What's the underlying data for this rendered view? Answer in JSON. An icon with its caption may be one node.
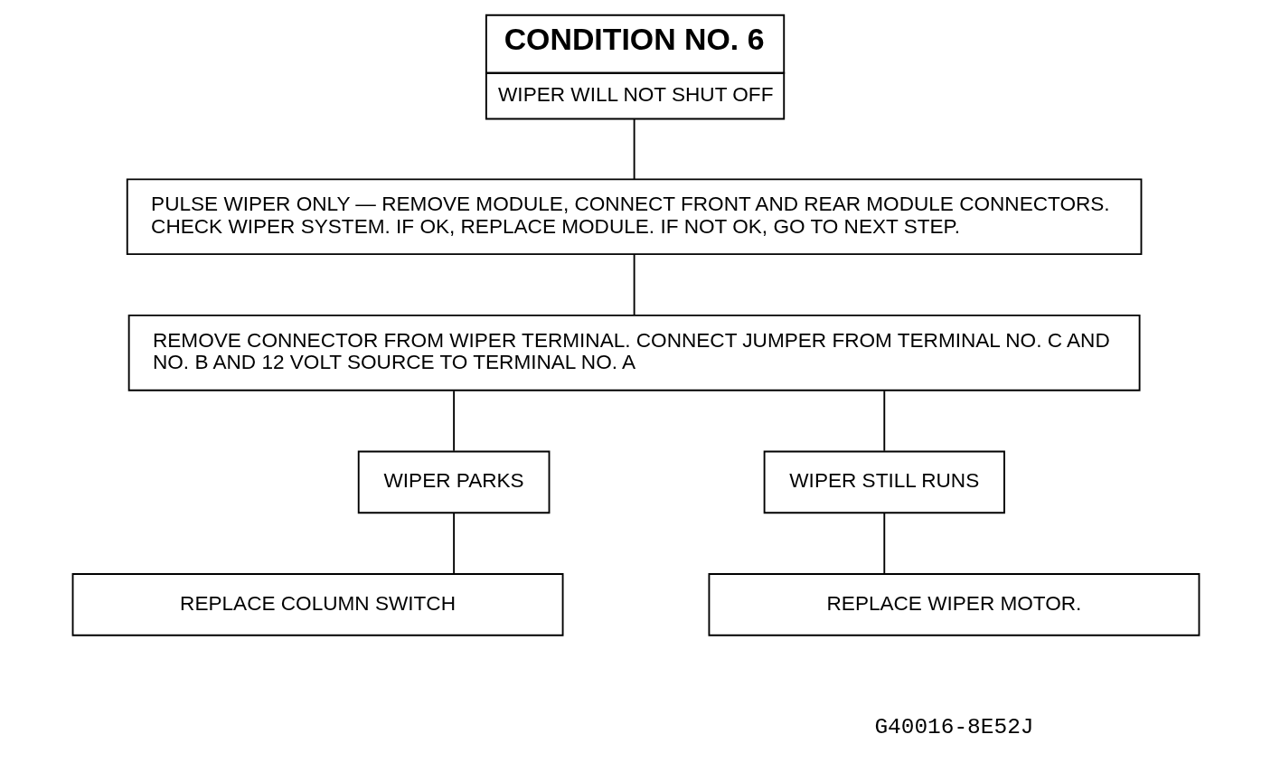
{
  "diagram": {
    "nodes": [
      {
        "text": [
          "CONDITION NO. 6",
          "WIPER WILL NOT SHUT OFF"
        ]
      },
      {
        "text": [
          "PULSE WIPER ONLY — REMOVE MODULE, CONNECT FRONT AND REAR MODULE CONNECTORS. CHECK WIPER SYSTEM. IF OK, REPLACE MODULE. IF NOT OK, GO TO NEXT STEP."
        ]
      },
      {
        "text": [
          "REMOVE CONNECTOR FROM WIPER TERMINAL. CONNECT JUMPER FROM TERMINAL NO. C AND NO. B AND 12 VOLT SOURCE TO TERMINAL NO. A"
        ]
      },
      {
        "text": [
          "WIPER PARKS"
        ]
      },
      {
        "text": [
          "WIPER STILL RUNS"
        ]
      },
      {
        "text": [
          "REPLACE COLUMN SWITCH"
        ]
      },
      {
        "text": [
          "REPLACE WIPER MOTOR."
        ]
      }
    ],
    "edges": [
      {
        "from": 0,
        "to": 1,
        "arrow": "none"
      },
      {
        "from": 1,
        "to": 2,
        "arrow": "none"
      },
      {
        "from": 2,
        "to": 3,
        "arrow": "none"
      },
      {
        "from": 2,
        "to": 4,
        "arrow": "none"
      },
      {
        "from": 3,
        "to": 5,
        "arrow": "none"
      },
      {
        "from": 4,
        "to": 6,
        "arrow": "none"
      }
    ],
    "labels": [
      "G40016-8E52J"
    ]
  }
}
